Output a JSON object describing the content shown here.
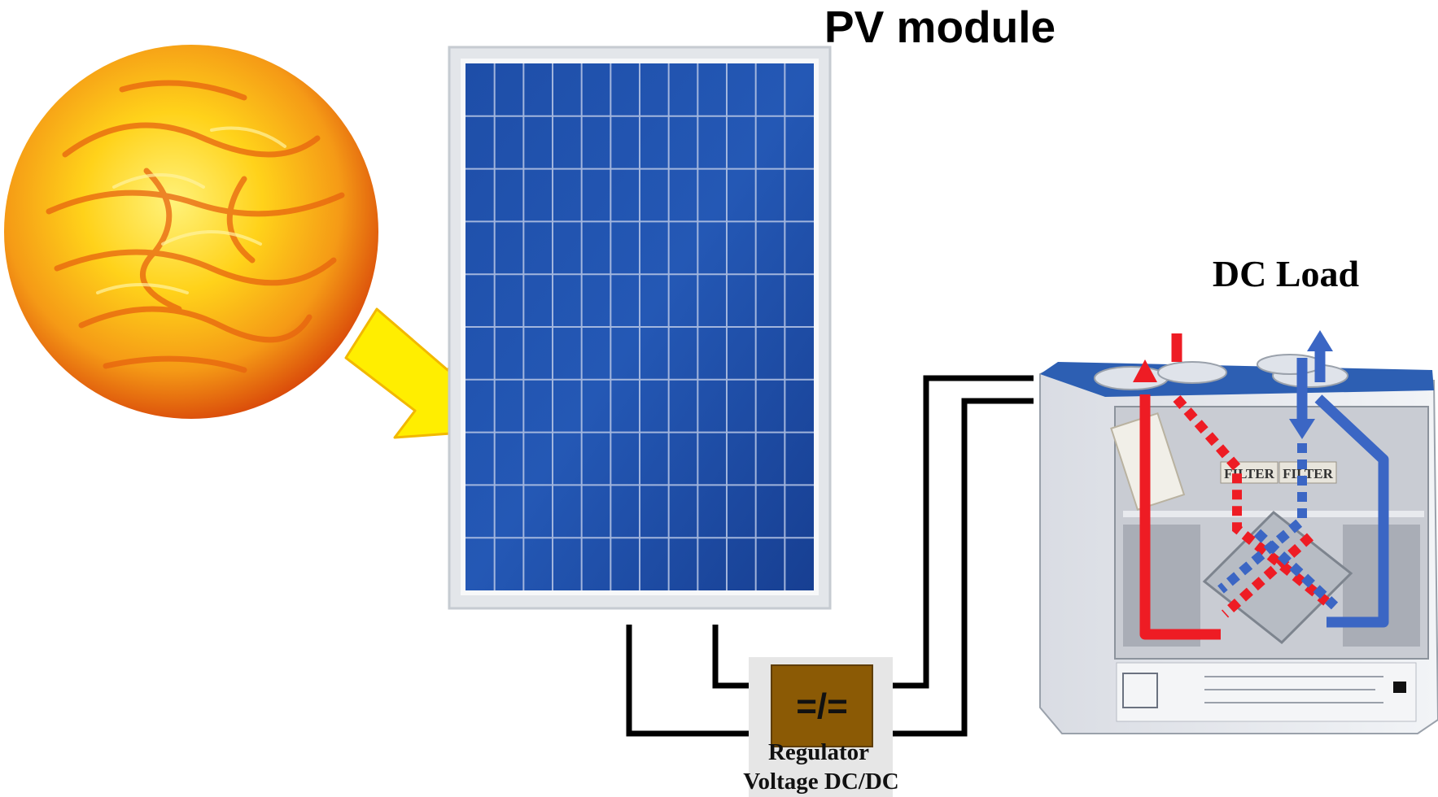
{
  "labels": {
    "pv_module": "PV module",
    "dc_load": "DC Load",
    "regulator_symbol": "=/=",
    "regulator_line1": "Regulator",
    "regulator_line2": "Voltage DC/DC",
    "filter_left": "FILTER",
    "filter_right": "FILTER"
  },
  "colors": {
    "sun_core": "#ffd21a",
    "sun_edge": "#e2560d",
    "arrow": "#ffee00",
    "arrow_outline": "#f2b800",
    "panel_cell": "#1d4ca6",
    "panel_frame": "#d9dde2",
    "regulator_box": "#8b5a05",
    "regulator_bg": "#e6e6e6",
    "wire": "#000000",
    "hot_air": "#ee1c24",
    "cold_air": "#3b66c4",
    "unit_body": "#eef0f4",
    "unit_top": "#2d5fb3"
  }
}
